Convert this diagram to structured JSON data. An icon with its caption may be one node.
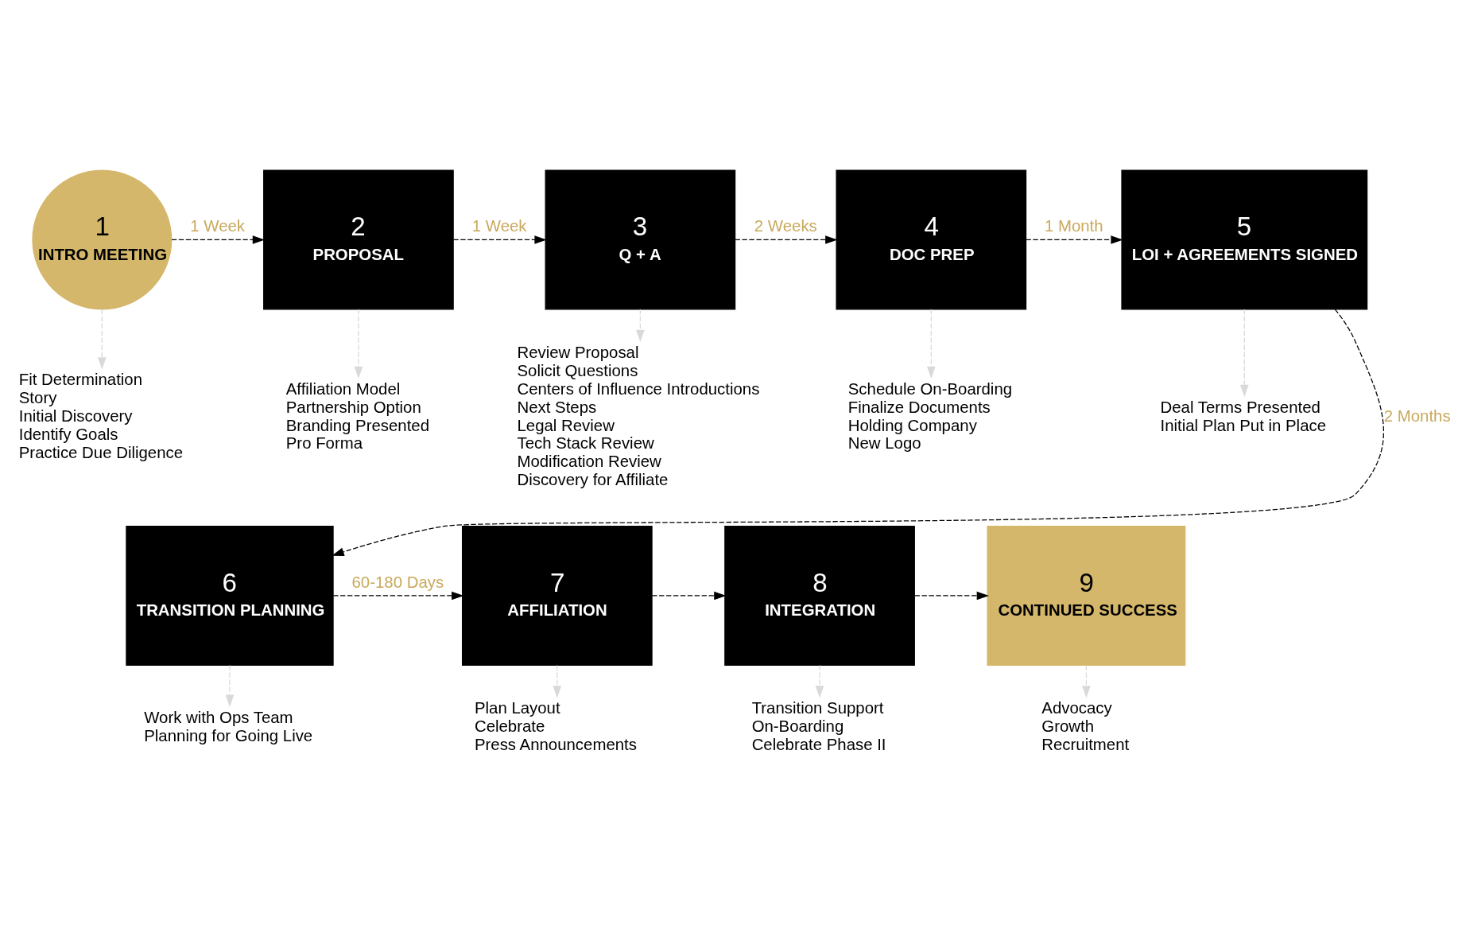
{
  "diagram": {
    "nodes": [
      {
        "text": [
          "1",
          "INTRO MEETING"
        ]
      },
      {
        "text": [
          "Fit Determination",
          "Story",
          "Initial Discovery",
          "Identify Goals",
          "Practice Due Diligence"
        ]
      },
      {
        "text": [
          "2",
          "PROPOSAL"
        ]
      },
      {
        "text": [
          "Affiliation Model",
          "Partnership Option",
          "Branding Presented",
          "Pro Forma"
        ]
      },
      {
        "text": [
          "3",
          "Q + A"
        ]
      },
      {
        "text": [
          "Review Proposal",
          "Solicit Questions",
          "Centers of Influence Introductions",
          "Next Steps",
          "Legal Review",
          "Tech Stack Review",
          "Modification Review",
          "Discovery for Affiliate"
        ]
      },
      {
        "text": [
          "4",
          "DOC PREP"
        ]
      },
      {
        "text": [
          "Schedule On-Boarding",
          "Finalize Documents",
          "Holding Company",
          "New Logo"
        ]
      },
      {
        "text": [
          "5",
          "LOI + AGREEMENTS SIGNED"
        ]
      },
      {
        "text": [
          "Deal Terms Presented",
          "Initial Plan Put in Place"
        ]
      },
      {
        "text": [
          "6",
          "TRANSITION PLANNING"
        ]
      },
      {
        "text": [
          "Work with Ops Team",
          "Planning for Going Live"
        ]
      },
      {
        "text": [
          "7",
          "AFFILIATION"
        ]
      },
      {
        "text": [
          "Plan Layout",
          "Celebrate",
          "Press Announcements"
        ]
      },
      {
        "text": [
          "8",
          "INTEGRATION"
        ]
      },
      {
        "text": [
          "Transition Support",
          "On-Boarding",
          "Celebrate Phase II"
        ]
      },
      {
        "text": [
          "9",
          "CONTINUED SUCCESS"
        ]
      },
      {
        "text": [
          "Advocacy",
          "Growth",
          "Recruitment"
        ]
      }
    ],
    "edges": [
      {
        "from": 0,
        "to": 2,
        "arrow": "to",
        "label": "1 Week",
        "style": "dashed",
        "color": "#000000"
      },
      {
        "from": 2,
        "to": 4,
        "arrow": "to",
        "label": "1 Week",
        "style": "dashed",
        "color": "#000000"
      },
      {
        "from": 4,
        "to": 6,
        "arrow": "to",
        "label": "2 Weeks",
        "style": "dashed",
        "color": "#000000"
      },
      {
        "from": 6,
        "to": 8,
        "arrow": "to",
        "label": "1 Month",
        "style": "dashed",
        "color": "#000000"
      },
      {
        "from": 8,
        "to": 10,
        "arrow": "to",
        "label": "2 Months",
        "style": "dashed",
        "color": "#000000"
      },
      {
        "from": 10,
        "to": 12,
        "arrow": "to",
        "label": "60-180 Days",
        "style": "dashed",
        "color": "#000000"
      },
      {
        "from": 12,
        "to": 14,
        "arrow": "to",
        "style": "dashed",
        "color": "#000000"
      },
      {
        "from": 14,
        "to": 16,
        "arrow": "to",
        "style": "dashed",
        "color": "#000000"
      },
      {
        "from": 0,
        "to": 1,
        "arrow": "to",
        "style": "dashed",
        "color": "#d9d9d9"
      },
      {
        "from": 2,
        "to": 3,
        "arrow": "to",
        "style": "dashed",
        "color": "#d9d9d9"
      },
      {
        "from": 4,
        "to": 5,
        "arrow": "to",
        "style": "dashed",
        "color": "#d9d9d9"
      },
      {
        "from": 6,
        "to": 7,
        "arrow": "to",
        "style": "dashed",
        "color": "#d9d9d9"
      },
      {
        "from": 8,
        "to": 9,
        "arrow": "to",
        "style": "dashed",
        "color": "#d9d9d9"
      },
      {
        "from": 10,
        "to": 11,
        "arrow": "to",
        "style": "dashed",
        "color": "#d9d9d9"
      },
      {
        "from": 12,
        "to": 13,
        "arrow": "to",
        "style": "dashed",
        "color": "#d9d9d9"
      },
      {
        "from": 14,
        "to": 15,
        "arrow": "to",
        "style": "dashed",
        "color": "#d9d9d9"
      },
      {
        "from": 16,
        "to": 17,
        "arrow": "to",
        "style": "dashed",
        "color": "#d9d9d9"
      }
    ]
  }
}
